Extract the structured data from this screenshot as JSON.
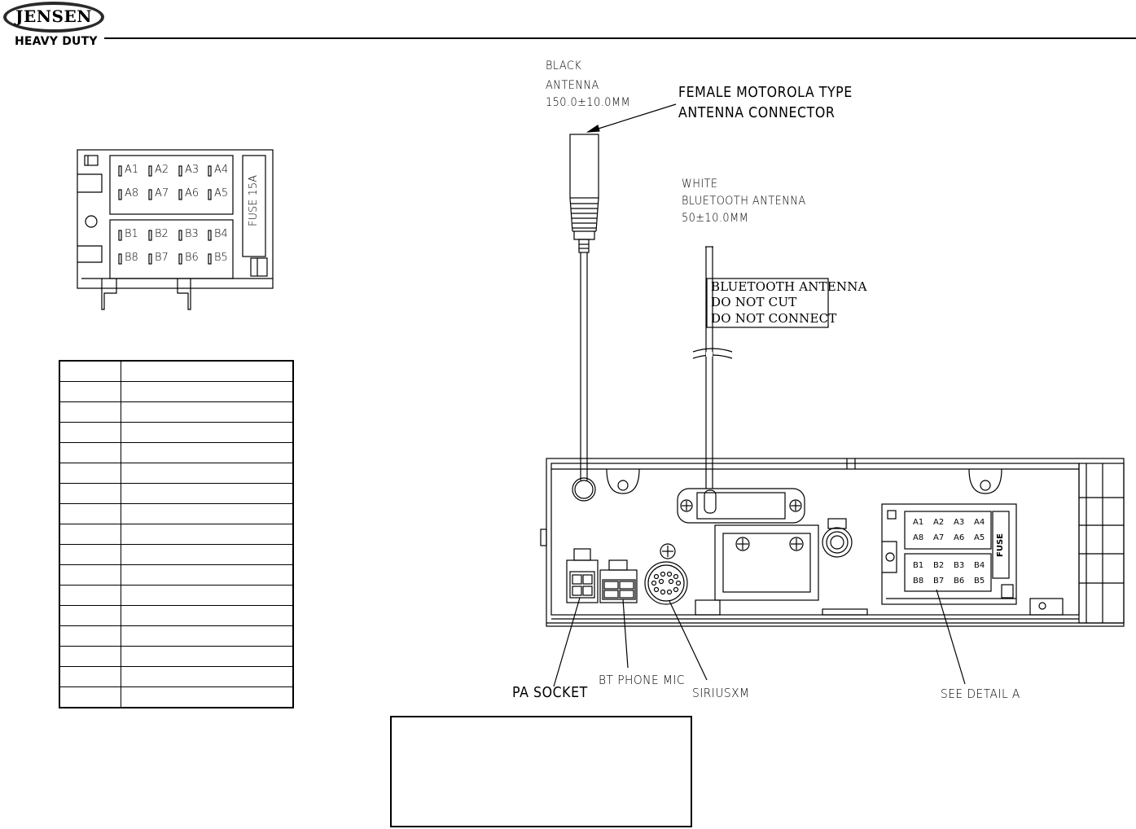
{
  "header": {
    "brand": "JENSEN",
    "sub": "HEAVY DUTY"
  },
  "connector": {
    "rowA1": [
      "A1",
      "A2",
      "A3",
      "A4"
    ],
    "rowA2": [
      "A8",
      "A7",
      "A6",
      "A5"
    ],
    "rowB1": [
      "B1",
      "B2",
      "B3",
      "B4"
    ],
    "rowB2": [
      "B8",
      "B7",
      "B6",
      "B5"
    ],
    "fuse": "FUSE 15A"
  },
  "antenna": {
    "color": "BLACK",
    "name": "ANTENNA",
    "length": "150.0±10.0MM",
    "connector_line1": "FEMALE MOTOROLA TYPE",
    "connector_line2": "ANTENNA CONNECTOR"
  },
  "bt_antenna": {
    "color": "WHITE",
    "name": "BLUETOOTH ANTENNA",
    "length": "50±10.0MM",
    "warn1": "BLUETOOTH ANTENNA",
    "warn2": "DO NOT CUT",
    "warn3": "DO NOT CONNECT"
  },
  "unit": {
    "fuse": "FUSE",
    "rowA1": [
      "A1",
      "A2",
      "A3",
      "A4"
    ],
    "rowA2": [
      "A8",
      "A7",
      "A6",
      "A5"
    ],
    "rowB1": [
      "B1",
      "B2",
      "B3",
      "B4"
    ],
    "rowB2": [
      "B8",
      "B7",
      "B6",
      "B5"
    ]
  },
  "callouts": {
    "pa_socket": "PA SOCKET",
    "bt_mic": "BT PHONE MIC",
    "siriusxm": "SIRIUSXM",
    "detail": "SEE DETAIL A"
  },
  "pin_table": {
    "rows": 17
  }
}
